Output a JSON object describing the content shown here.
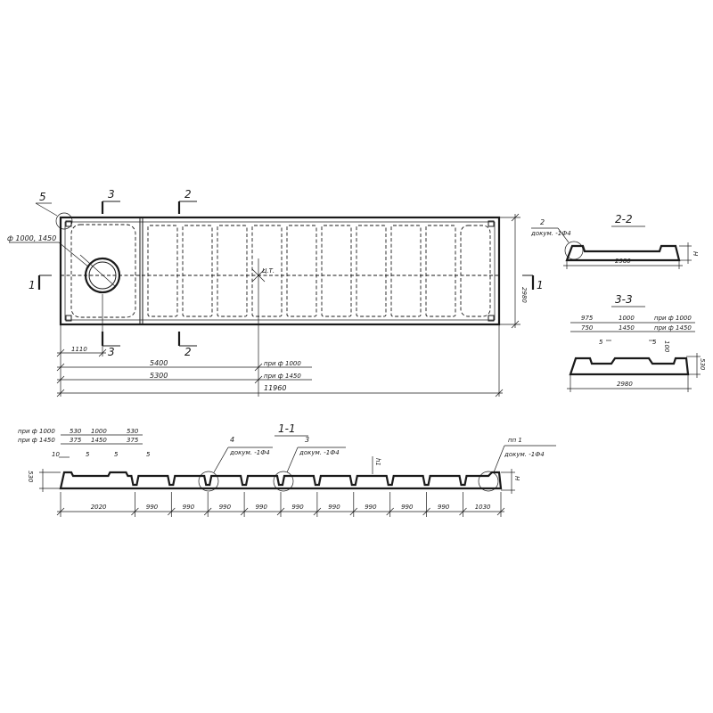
{
  "plan": {
    "callout_label": "5",
    "hole_label": "ф 1000, 1450",
    "center_label": "Ц.Т.",
    "section_marks": {
      "s1_left": "1",
      "s1_right": "1",
      "s2_top": "2",
      "s2_bottom": "2",
      "s3_top": "3",
      "s3_bottom": "3"
    },
    "dim_width": "2980",
    "dim_1110": "1110",
    "dim_5400": "5400",
    "dim_5300": "5300",
    "dim_total": "11960",
    "note_1000": "при ф 1000",
    "note_1450": "при ф 1450",
    "bay_count": 10
  },
  "section_2_2": {
    "title": "2-2",
    "callout_label": "2",
    "callout_note": "докум. -1Ф4",
    "dim_width": "2980",
    "dim_height": "H"
  },
  "section_3_3": {
    "title": "3-3",
    "dim_975": "975",
    "dim_1000": "1000",
    "note_1000": "при ф 1000",
    "dim_750": "750",
    "dim_1450": "1450",
    "note_1450": "при ф 1450",
    "dim_5a": "5",
    "dim_5b": "5",
    "dim_100": "100",
    "dim_530": "530",
    "dim_width": "2980"
  },
  "section_1_1": {
    "title": "1-1",
    "note_1000": "при ф 1000",
    "note_1450": "при ф 1450",
    "top_dims_1000": [
      "530",
      "1000",
      "530"
    ],
    "top_dims_1450": [
      "375",
      "1450",
      "375"
    ],
    "dim_10": "10",
    "dim_5a": "5",
    "dim_5b": "5",
    "dim_5c": "5",
    "dim_530": "530",
    "dim_h1": "h1",
    "dim_H": "H",
    "callout4_label": "4",
    "callout4_note": "докум. -1Ф4",
    "callout3_label": "3",
    "callout3_note": "докум. -1Ф4",
    "callout1_label": "пп 1",
    "callout1_note": "докум. -1Ф4",
    "bottom_dims": [
      "2020",
      "990",
      "990",
      "990",
      "990",
      "990",
      "990",
      "990",
      "990",
      "990",
      "1030"
    ]
  }
}
